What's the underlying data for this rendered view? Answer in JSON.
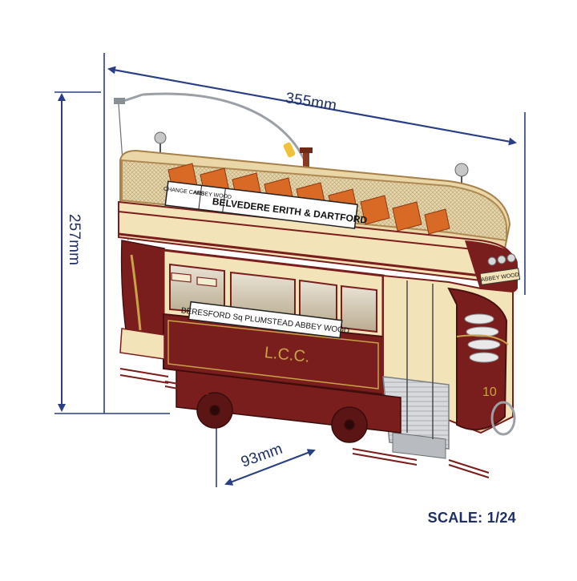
{
  "dimensions": {
    "length": "355mm",
    "height": "257mm",
    "depth": "93mm"
  },
  "scale_label": "SCALE: 1/24",
  "tram": {
    "upper_sign_small_left": "CHANGE CARS",
    "upper_sign_small_mid": "ABBEY WOOD",
    "upper_sign_main": "BELVEDERE ERITH & DARTFORD",
    "lower_sign": "BERESFORD Sq PLUMSTEAD ABBEY WOOD",
    "company": "L.C.C.",
    "end_sign": "ABBEY WOOD",
    "fleet_number": "10"
  },
  "colors": {
    "dimension_line": "#2a3f85",
    "label_text": "#1f2f63",
    "tram_body": "#7a1d1d",
    "tram_cream": "#f2e3b8",
    "seats_orange": "#d96a26",
    "gold_trim": "#c9a24a"
  }
}
